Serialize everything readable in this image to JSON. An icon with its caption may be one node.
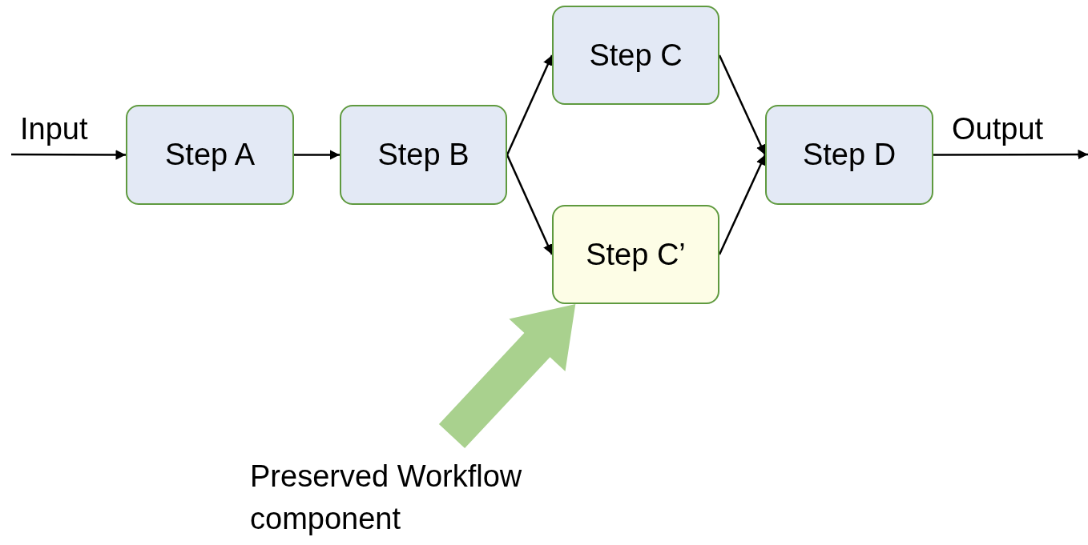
{
  "diagram": {
    "nodes": [
      {
        "text": [
          "Step A"
        ]
      },
      {
        "text": [
          "Step B"
        ]
      },
      {
        "text": [
          "Step C"
        ]
      },
      {
        "text": [
          "Step C’"
        ]
      },
      {
        "text": [
          "Step D"
        ]
      },
      {
        "text": [
          "Preserved Workflow component"
        ]
      }
    ],
    "edges": [
      {
        "from": null,
        "to": 0,
        "arrow": "to",
        "label": "Input"
      },
      {
        "from": 0,
        "to": 1,
        "arrow": "to"
      },
      {
        "from": 1,
        "to": 2,
        "arrow": "to"
      },
      {
        "from": 1,
        "to": 3,
        "arrow": "to"
      },
      {
        "from": 2,
        "to": 4,
        "arrow": "to"
      },
      {
        "from": 3,
        "to": 4,
        "arrow": "to"
      },
      {
        "from": 4,
        "to": null,
        "arrow": "to",
        "label": "Output"
      },
      {
        "from": 5,
        "to": 3,
        "arrow": "to",
        "style": "thick",
        "color": "#a9d18e"
      }
    ]
  }
}
